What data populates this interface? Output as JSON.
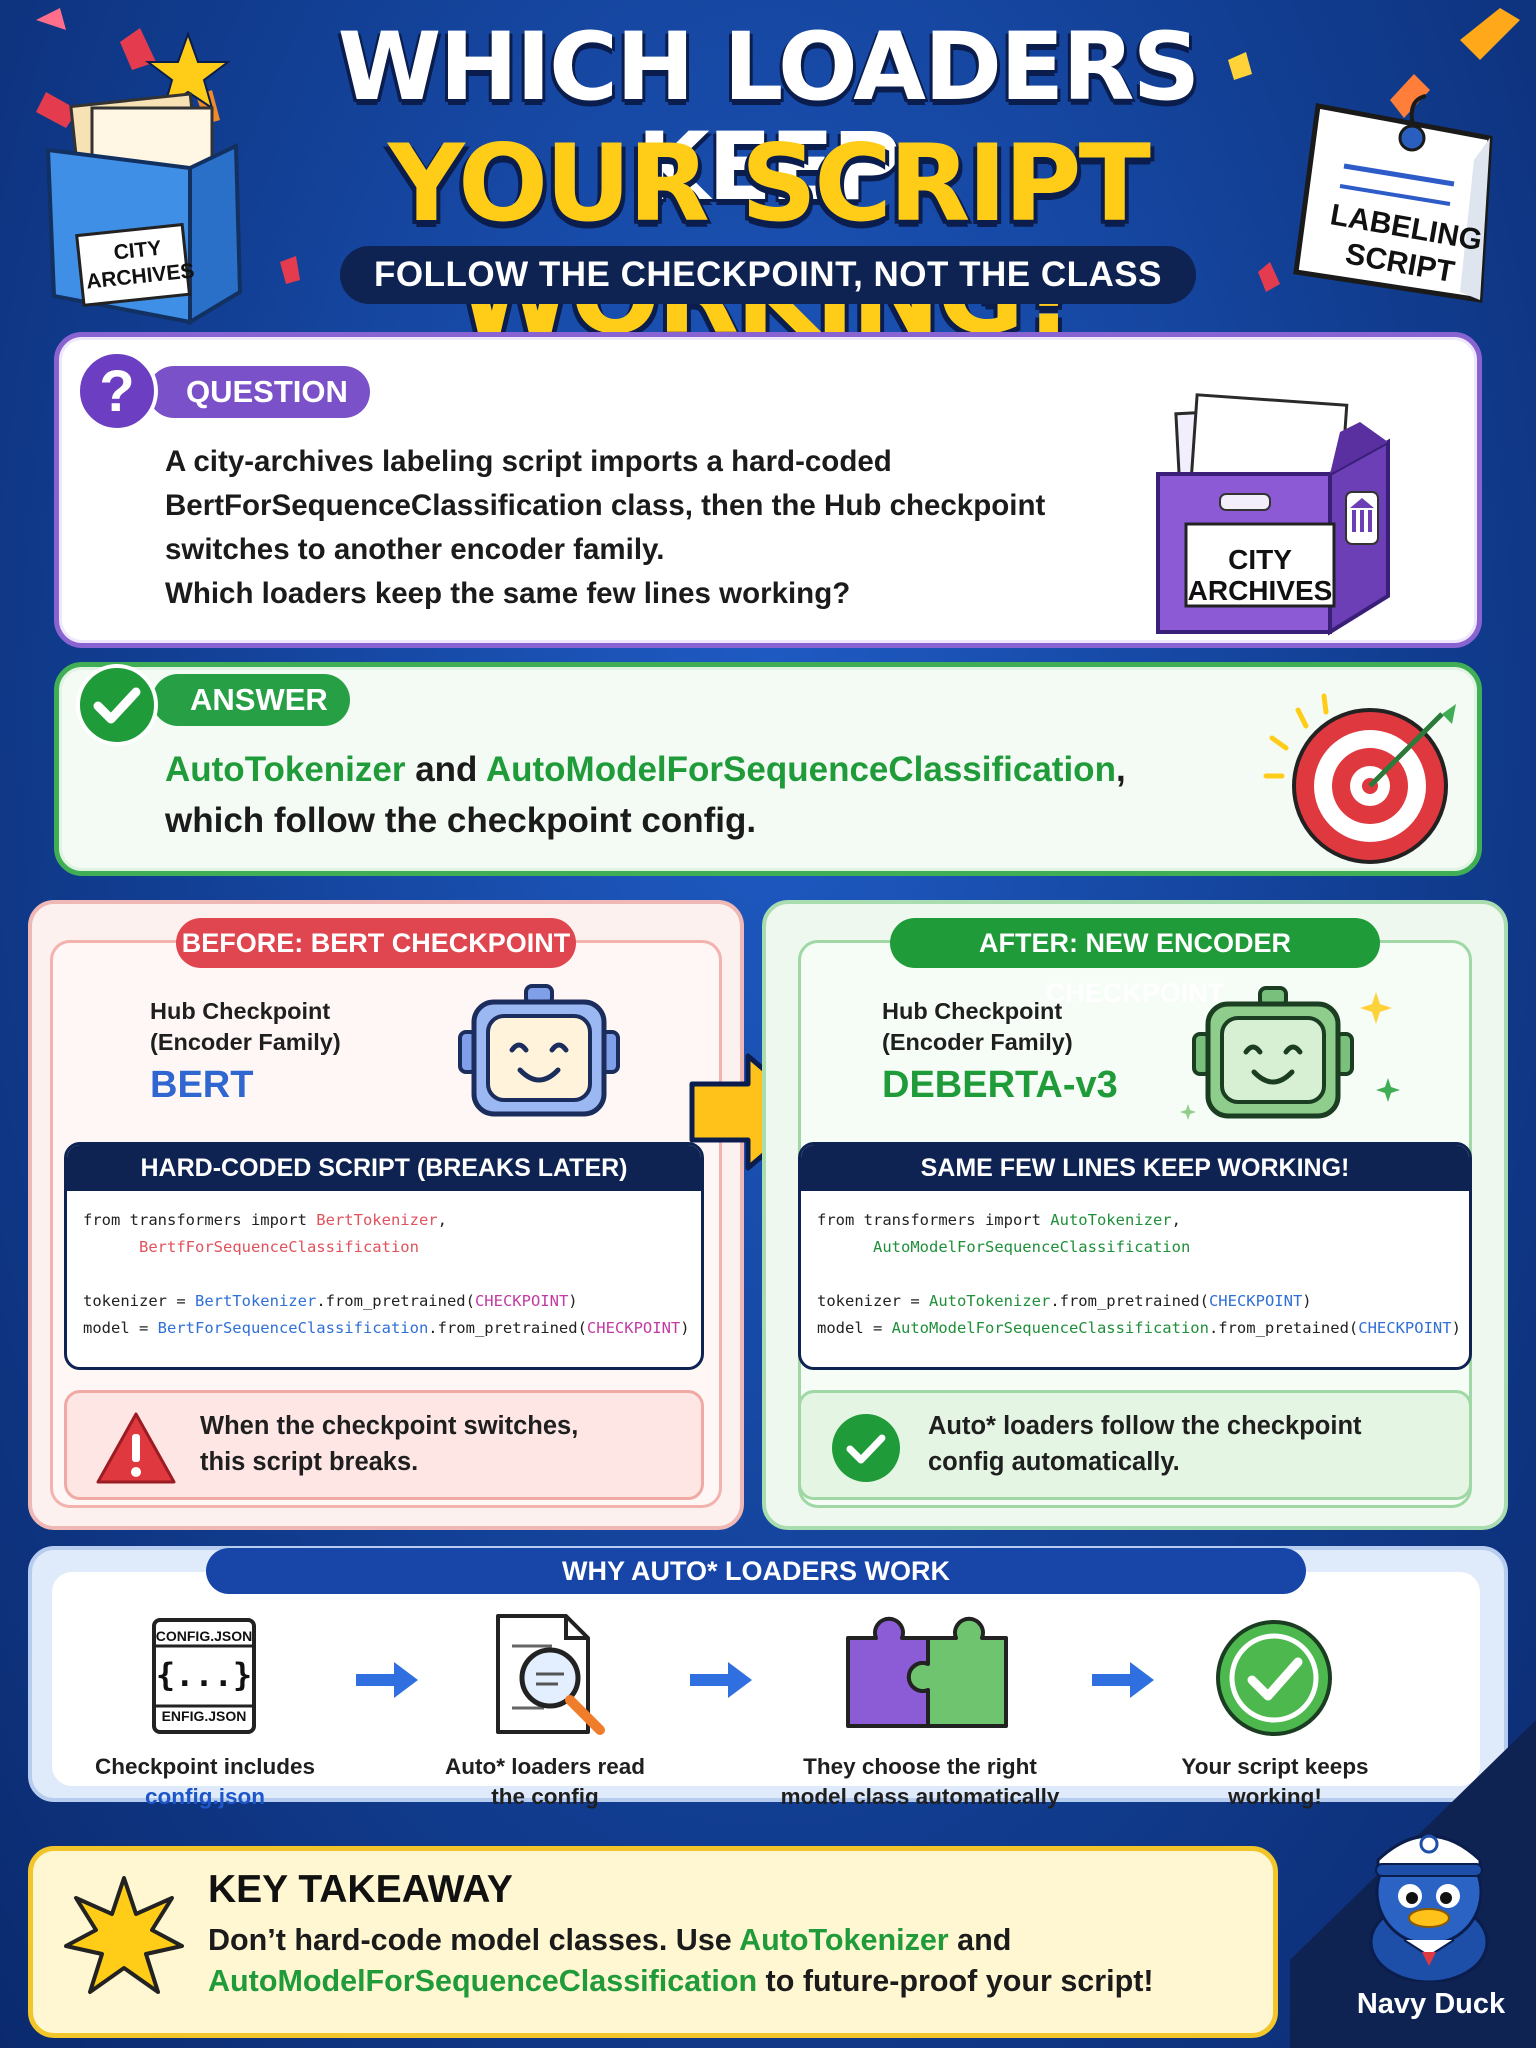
{
  "header": {
    "title_line1": "WHICH LOADERS KEEP",
    "title_line2": "YOUR SCRIPT WORKING?",
    "subtitle": "FOLLOW THE CHECKPOINT, NOT THE CLASS",
    "left_box_label": "CITY\nARCHIVES",
    "right_note_label": "LABELING\nSCRIPT"
  },
  "question": {
    "badge": "?",
    "tag": "QUESTION",
    "lines": [
      "A city-archives labeling script imports a hard-coded",
      "BertForSequenceClassification class, then the Hub checkpoint",
      "switches to another encoder family.",
      "Which loaders keep the same few lines working?"
    ],
    "box_label": "CITY\nARCHIVES"
  },
  "answer": {
    "tag": "ANSWER",
    "loader1": "AutoTokenizer",
    "and": " and ",
    "loader2": "AutoModelForSequenceClassification",
    "comma": ",",
    "line2": "which follow the checkpoint config."
  },
  "before": {
    "tag": "BEFORE: BERT CHECKPOINT",
    "hub_label": "Hub Checkpoint\n(Encoder Family)",
    "hub_value": "BERT",
    "code_header": "HARD-CODED SCRIPT (BREAKS LATER)",
    "code": {
      "l1a": "from transformers import ",
      "l1b": "BertTokenizer",
      "l1c": ",",
      "l2": "BertfForSequenceClassification",
      "l3a": "tokenizer = ",
      "l3b": "BertTokenizer",
      "l3c": ".from_pretrained(",
      "l3d": "CHECKPOINT",
      "l3e": ")",
      "l4a": "model = ",
      "l4b": "BertForSequenceClassification",
      "l4c": ".from_pretrained(",
      "l4d": "CHECKPOINT",
      "l4e": ")"
    },
    "note": "When the checkpoint switches,\nthis script breaks."
  },
  "after": {
    "tag": "AFTER: NEW ENCODER CHECKPOINT",
    "hub_label": "Hub Checkpoint\n(Encoder Family)",
    "hub_value": "DEBERTA-v3",
    "code_header": "SAME FEW LINES KEEP WORKING!",
    "code": {
      "l1a": "from transformers import ",
      "l1b": "AutoTokenizer",
      "l1c": ",",
      "l2": "AutoModelForSequenceClassification",
      "l3a": "tokenizer = ",
      "l3b": "AutoTokenizer",
      "l3c": ".from_pretrained(",
      "l3d": "CHECKPOINT",
      "l3e": ")",
      "l4a": "model = ",
      "l4b": "AutoModelForSequenceClassification",
      "l4c": ".from_pretained(",
      "l4d": "CHECKPOINT",
      "l4e": ")"
    },
    "note": "Auto* loaders follow the checkpoint\nconfig automatically."
  },
  "why": {
    "header": "WHY AUTO* LOADERS WORK",
    "config_icon_top": "CONFIG.JSON",
    "config_icon_mid": "{...}",
    "config_icon_bot": "ENFIG.JSON",
    "steps": [
      {
        "line1": "Checkpoint includes",
        "line2": "config.json"
      },
      {
        "line1": "Auto* loaders read",
        "line2": "the config"
      },
      {
        "line1": "They choose the right",
        "line2": "model class automatically"
      },
      {
        "line1": "Your script keeps",
        "line2": "working!"
      }
    ]
  },
  "takeaway": {
    "title": "KEY TAKEAWAY",
    "t1": "Don’t hard-code model classes. Use ",
    "t2": "AutoTokenizer",
    "t3": " and",
    "t4": "AutoModelForSequenceClassification",
    "t5": " to future-proof your script!"
  },
  "brand": {
    "name": "Navy Duck"
  },
  "colors": {
    "background": "#123f94",
    "accent_yellow": "#ffcc18",
    "question_purple": "#8a63d2",
    "answer_green": "#3fae54",
    "before_red": "#e0464f",
    "after_green": "#1f9b3a",
    "navy": "#0e2352"
  }
}
